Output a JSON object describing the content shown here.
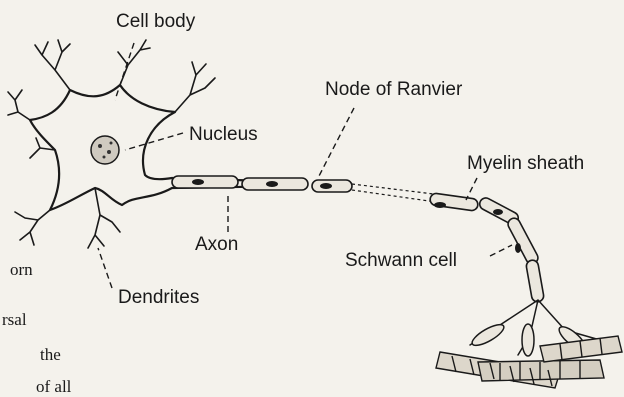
{
  "labels": {
    "cell_body": "Cell body",
    "nucleus": "Nucleus",
    "node_of_ranvier": "Node of Ranvier",
    "myelin_sheath": "Myelin sheath",
    "axon": "Axon",
    "schwann_cell": "Schwann cell",
    "dendrites": "Dendrites"
  },
  "margin_text": [
    "orn",
    "rsal",
    "the",
    "of all"
  ],
  "colors": {
    "ink": "#1a1a1a",
    "paper": "#f4f2ec"
  }
}
